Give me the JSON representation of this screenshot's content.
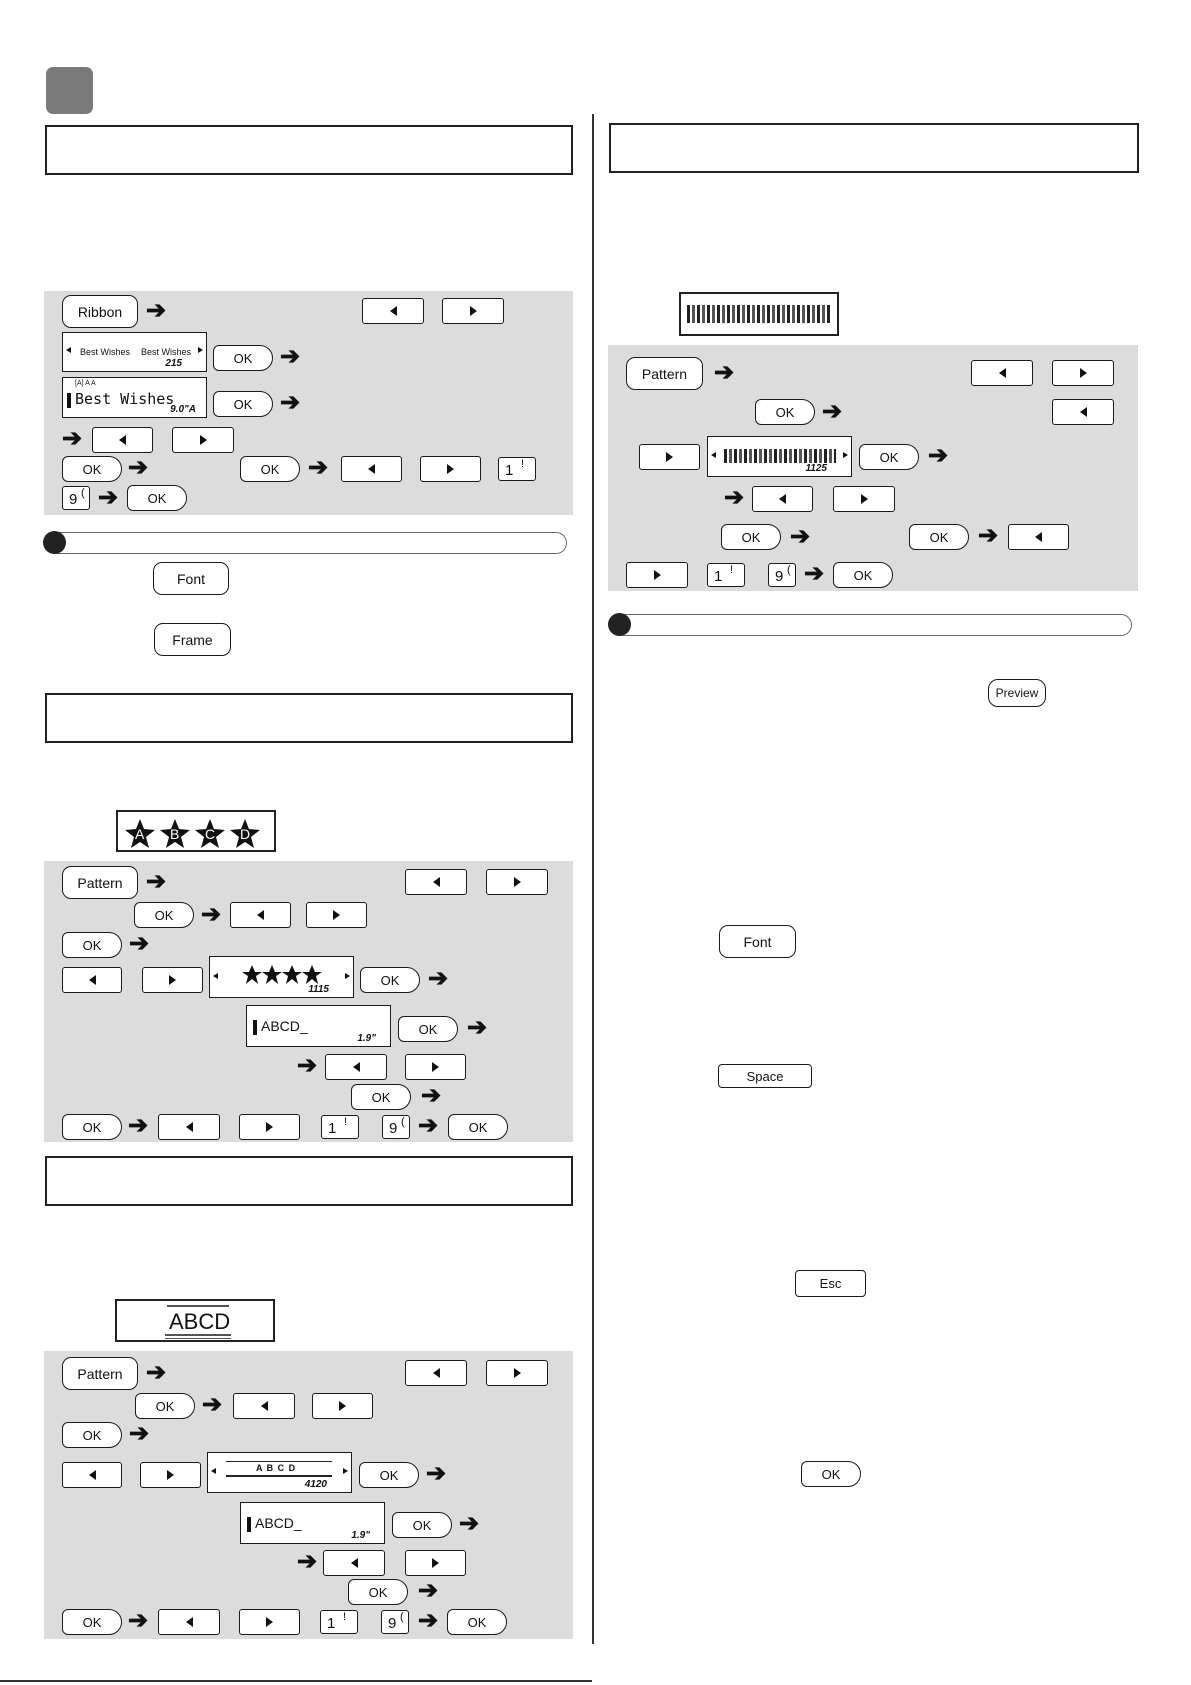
{
  "keys": {
    "ribbon": "Ribbon",
    "ok": "OK",
    "pattern": "Pattern",
    "font": "Font",
    "frame": "Frame",
    "preview": "Preview",
    "space": "Space",
    "esc": "Esc",
    "one": "1",
    "one_alt": "!",
    "nine": "9",
    "nine_alt": "("
  },
  "screens": {
    "ribbon_preview": {
      "left": "Best Wishes",
      "right": "Best Wishes",
      "number": "215"
    },
    "ribbon_text": {
      "indicators": "[A] A A",
      "text": "Best Wishes",
      "length": "9.0\"A"
    },
    "star_preview": {
      "number": "1115"
    },
    "star_text": {
      "text": "ABCD_",
      "length": "1.9\""
    },
    "line_preview": {
      "text": "A B C D",
      "number": "4120"
    },
    "line_text": {
      "text": "ABCD_",
      "length": "1.9\""
    },
    "lace_preview": {
      "number": "1125"
    }
  },
  "samples": {
    "stars": [
      "A",
      "B",
      "C",
      "D"
    ],
    "line_text": "ABCD"
  }
}
